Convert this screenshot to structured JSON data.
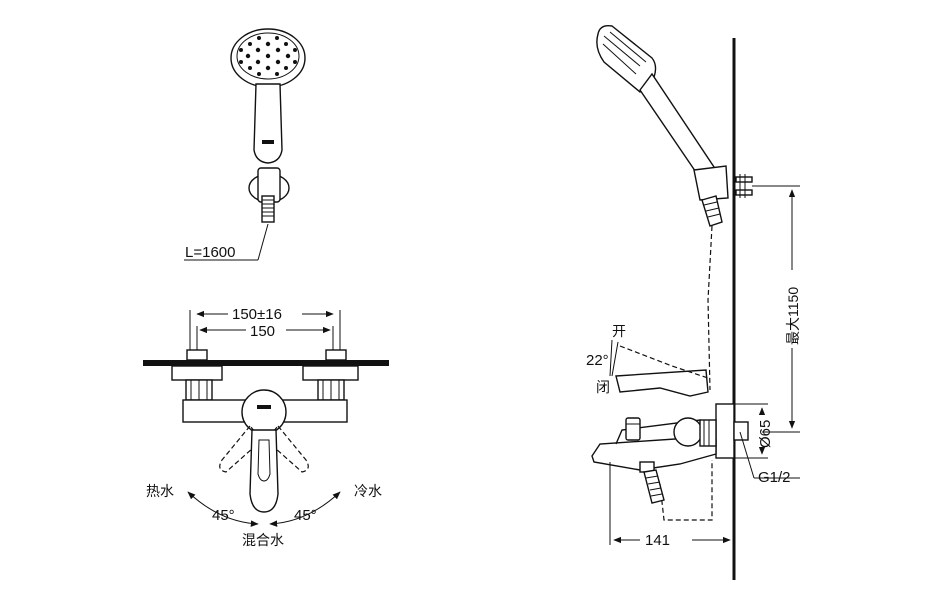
{
  "labels": {
    "hose_length": "L=1600",
    "width_adjustable": "150±16",
    "width_nominal": "150",
    "hot_water": "热水",
    "cold_water": "冷水",
    "mixed_water": "混合水",
    "angle_left": "45°",
    "angle_right": "45°",
    "open": "开",
    "closed": "闭",
    "lever_angle": "22°",
    "max_height": "最大1150",
    "flange_diameter": "Ø65",
    "thread": "G1/2",
    "projection": "141"
  }
}
